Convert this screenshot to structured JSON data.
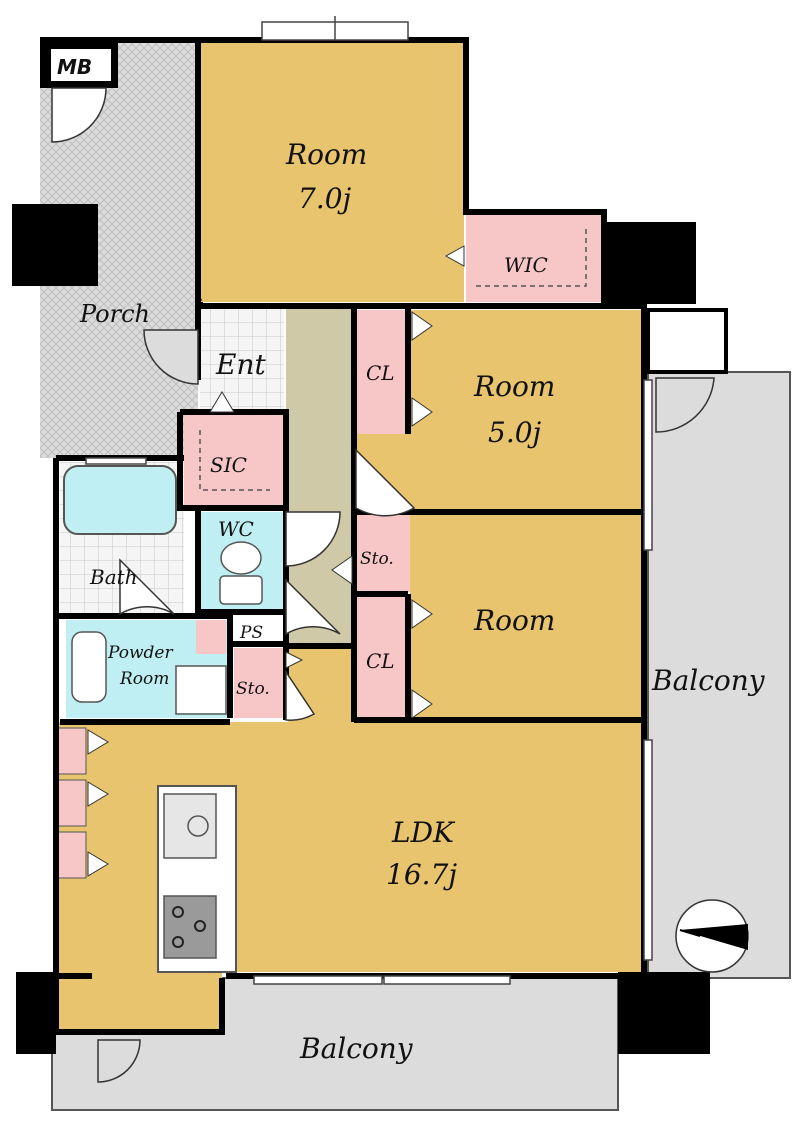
{
  "labels": {
    "mb": "MB",
    "porch": "Porch",
    "room1_name": "Room",
    "room1_size": "7.0j",
    "wic": "WIC",
    "ent": "Ent",
    "sic": "SIC",
    "cl1": "CL",
    "room2_name": "Room",
    "room2_size": "5.0j",
    "bath": "Bath",
    "wc": "WC",
    "sto1": "Sto.",
    "room3_name": "Room",
    "cl2": "CL",
    "ps": "PS",
    "powder1": "Powder",
    "powder2": "Room",
    "sto2": "Sto.",
    "balcony_side": "Balcony",
    "ldk_name": "LDK",
    "ldk_size": "16.7j",
    "balcony_bottom": "Balcony"
  },
  "colors": {
    "room_fill": "#e8c46e",
    "closet_fill": "#f7c6c6",
    "wet_fill": "#bfeff2",
    "porch_fill": "#d9d9d9",
    "corridor_fill": "#cfc9a7",
    "balcony_fill": "#dcdcdc",
    "wall": "#000000",
    "tile_fill": "#f2f2f2"
  }
}
